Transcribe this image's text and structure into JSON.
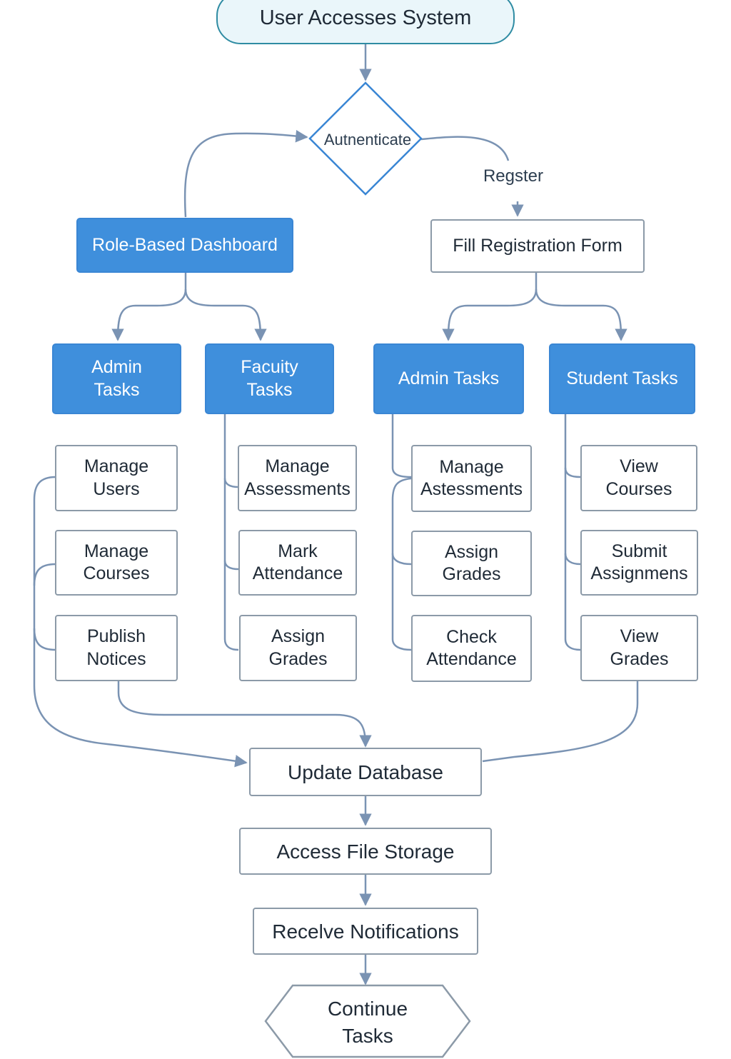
{
  "start": "User Accesses System",
  "decision": "Autnenticate",
  "branch_label": "Regster",
  "dashboard": "Role-Based Dashboard",
  "registration": "Fill Registration Form",
  "role_headers": {
    "admin_left": "Admin\nTasks",
    "faculty": "Facuity\nTasks",
    "admin_right": "Admin Tasks",
    "student": "Student Tasks"
  },
  "admin_left_tasks": [
    "Manage\nUsers",
    "Manage\nCourses",
    "Publish\nNotices"
  ],
  "faculty_tasks": [
    "Manage\nAssessments",
    "Mark\nAttendance",
    "Assign\nGrades"
  ],
  "admin_right_tasks": [
    "Manage\nAstessments",
    "Assign\nGrades",
    "Check\nAttendance"
  ],
  "student_tasks": [
    "View\nCourses",
    "Submit\nAssignmens",
    "View\nGrades"
  ],
  "update_db": "Update Database",
  "file_storage": "Access File Storage",
  "notifications": "Recelve Notifications",
  "end": "Continue\nTasks",
  "colors": {
    "accent_blue": "#3f8fdc",
    "connector": "#7a93b3",
    "decision_border": "#3a86d4",
    "terminal_border": "#2f8ca3"
  }
}
